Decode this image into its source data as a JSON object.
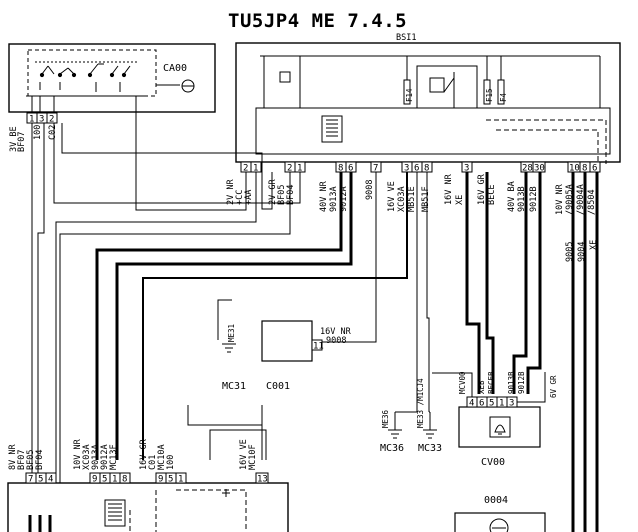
{
  "diagram": {
    "title": "TU5JP4 ME 7.4.5",
    "bsi": {
      "name": "BSI1",
      "fuse_left": "F14",
      "fuse_right_a": "F15",
      "fuse_right_b": "F4"
    },
    "ca00": {
      "name": "CA00"
    },
    "ca00_connector": {
      "pins": [
        "1",
        "3",
        "2"
      ],
      "wires": [
        "3V BE",
        "BF07",
        "100",
        "C02"
      ]
    },
    "bsi_pins_left": [
      "2",
      "1",
      "2",
      "1"
    ],
    "bsi_pins_mid": [
      "8",
      "6",
      "7",
      "3",
      "6",
      "8",
      "3"
    ],
    "bsi_pins_right": [
      "28",
      "30",
      "10",
      "8",
      "6"
    ],
    "bsi_wire_labels": {
      "a": [
        "2V NR",
        "+CC",
        "+AA"
      ],
      "b": [
        "2V GR",
        "BF05",
        "BF04"
      ],
      "c": [
        "40V NR",
        "9013A",
        "9012A"
      ],
      "d": "9008",
      "e": [
        "16V VE",
        "XC03A"
      ],
      "f": "MB51E",
      "g": "MB51F",
      "h": [
        "16V NR",
        "XE"
      ],
      "i": [
        "16V GR",
        "BECE"
      ],
      "j": [
        "40V BA",
        "9013B",
        "9012B"
      ],
      "k": [
        "10V NR",
        "/9005A",
        "/9004A",
        "/8504"
      ],
      "l": [
        "9005",
        "9004",
        "XE"
      ]
    },
    "c001": {
      "name": "C001",
      "pin": "11",
      "wires": [
        "16V NR",
        "9008"
      ]
    },
    "mc31": {
      "name": "MC31",
      "wire": "ME31"
    },
    "mc36": {
      "name": "MC36",
      "wire": "ME36"
    },
    "mc33": {
      "name": "MC33",
      "wire": "ME33 /M1CJ4"
    },
    "cv00": {
      "name": "CV00",
      "pins": [
        "4",
        "6",
        "5",
        "1",
        "3"
      ],
      "wires": [
        "MCV00",
        "XEB",
        "BECEB",
        "9013B",
        "9012B"
      ],
      "side": "6V GR"
    },
    "c0004": {
      "name": "0004"
    },
    "lower_left": {
      "pins": [
        "7",
        "5",
        "4"
      ],
      "wires": [
        "8V NR",
        "BF07",
        "BF05",
        "BF04"
      ]
    },
    "lower_mid_a": {
      "pins": [
        "9",
        "5",
        "1",
        "8"
      ],
      "wires": [
        "10V NR",
        "XC03A",
        "9013A",
        "9012A",
        "MC13F"
      ]
    },
    "lower_mid_b": {
      "pins": [
        "9",
        "5",
        "1"
      ],
      "wires": [
        "16V GR",
        "C01",
        "MC10A",
        "100"
      ]
    },
    "lower_mid_c": {
      "pin": "13",
      "wires": [
        "16V VE",
        "MC10F"
      ]
    }
  }
}
